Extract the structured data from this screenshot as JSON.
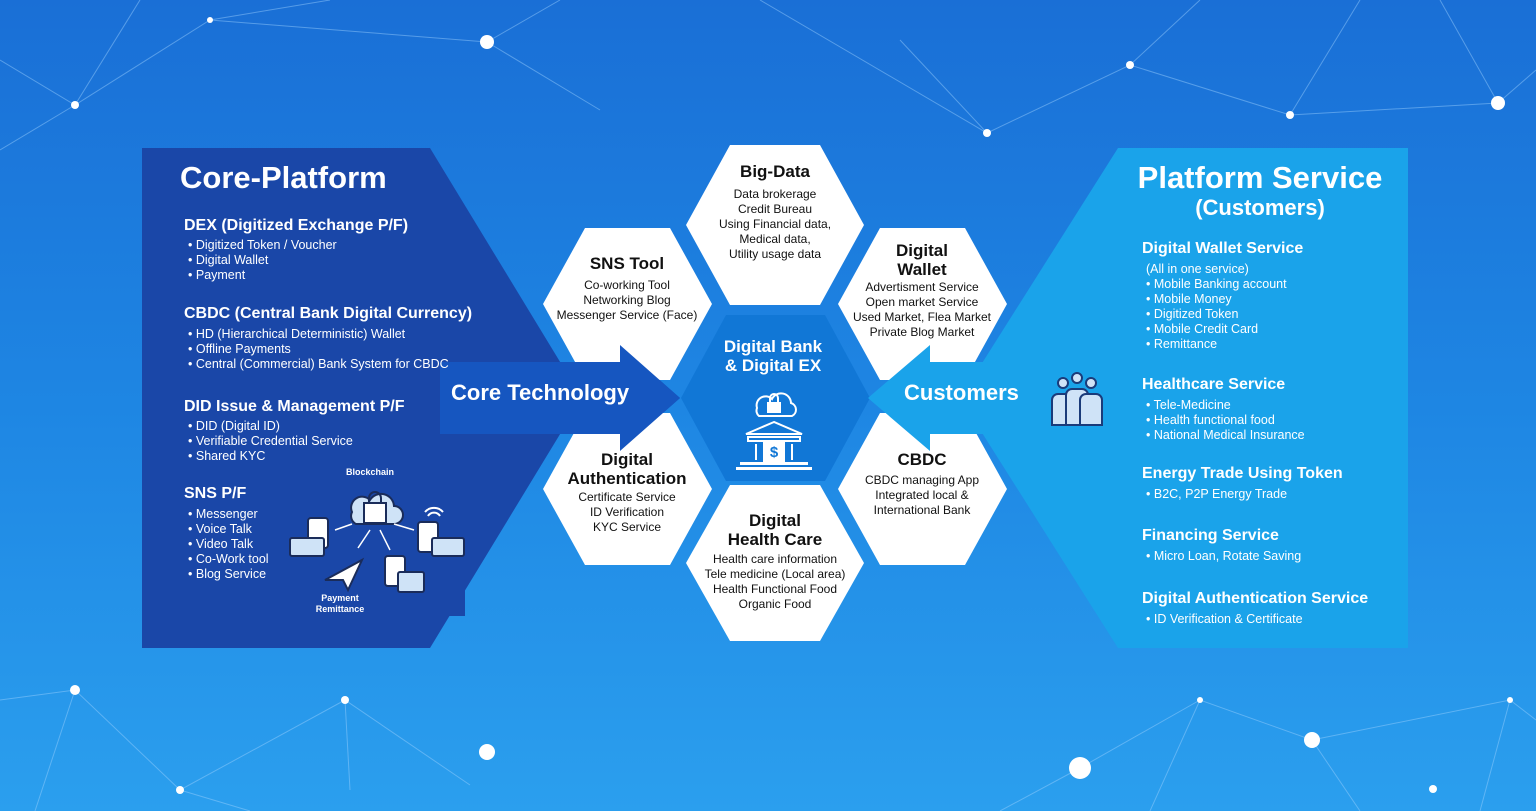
{
  "core_platform": {
    "title": "Core-Platform",
    "sections": [
      {
        "title": "DEX (Digitized Exchange P/F)",
        "items": [
          "Digitized Token / Voucher",
          "Digital Wallet",
          "Payment"
        ]
      },
      {
        "title": "CBDC (Central Bank Digital Currency)",
        "items": [
          "HD (Hierarchical Deterministic) Wallet",
          "Offline Payments",
          "Central (Commercial) Bank System for CBDC"
        ]
      },
      {
        "title": "DID Issue & Management P/F",
        "items": [
          "DID (Digital ID)",
          "Verifiable Credential Service",
          "Shared KYC"
        ]
      },
      {
        "title": "SNS P/F",
        "items": [
          "Messenger",
          "Voice Talk",
          "Video Talk",
          "Co-Work tool",
          "Blog Service"
        ]
      }
    ],
    "illustration": {
      "top_label": "Blockchain",
      "bottom_label_1": "Payment",
      "bottom_label_2": "Remittance"
    }
  },
  "arrows": {
    "left": "Core Technology",
    "right": "Customers"
  },
  "center": {
    "title_1": "Digital Bank",
    "title_2": "& Digital EX"
  },
  "hexagons": {
    "big_data": {
      "title": "Big-Data",
      "lines": [
        "Data brokerage",
        "Credit Bureau",
        "Using Financial data,",
        "Medical data,",
        "Utility usage data"
      ]
    },
    "sns_tool": {
      "title": "SNS Tool",
      "lines": [
        "Co-working Tool",
        "Networking Blog",
        "Messenger Service (Face)"
      ]
    },
    "digital_wallet": {
      "title_1": "Digital",
      "title_2": "Wallet",
      "lines": [
        "Advertisment Service",
        "Open market Service",
        "Used Market, Flea Market",
        "Private Blog Market"
      ]
    },
    "digital_auth": {
      "title_1": "Digital",
      "title_2": "Authentication",
      "lines": [
        "Certificate Service",
        "ID Verification",
        "KYC Service"
      ]
    },
    "cbdc": {
      "title": "CBDC",
      "lines": [
        "CBDC managing App",
        "Integrated local &",
        "International Bank"
      ]
    },
    "health_care": {
      "title_1": "Digital",
      "title_2": "Health Care",
      "lines": [
        "Health care information",
        "Tele medicine (Local area)",
        "Health Functional Food",
        "Organic Food"
      ]
    }
  },
  "platform_service": {
    "title": "Platform Service",
    "subtitle": "(Customers)",
    "sections": [
      {
        "title": "Digital Wallet Service",
        "note": "(All in one service)",
        "items": [
          "Mobile Banking account",
          "Mobile Money",
          "Digitized Token",
          "Mobile Credit Card",
          "Remittance"
        ]
      },
      {
        "title": "Healthcare Service",
        "items": [
          "Tele-Medicine",
          "Health functional food",
          "National Medical Insurance"
        ]
      },
      {
        "title": "Energy Trade Using Token",
        "items": [
          "B2C, P2P Energy Trade"
        ]
      },
      {
        "title": "Financing Service",
        "items": [
          "Micro Loan, Rotate Saving"
        ]
      },
      {
        "title": "Digital Authentication Service",
        "items": [
          "ID Verification & Certificate"
        ]
      }
    ]
  },
  "colors": {
    "left_panel": "#1a47a8",
    "right_panel": "#1aa3ea",
    "hex_fill": "#ffffff",
    "center_fill": "#1177d6"
  },
  "icons": [
    "blockchain-cloud-lock-icon",
    "bank-lock-icon",
    "people-group-icon",
    "paper-plane-icon",
    "mobile-dollar-icon",
    "credit-card-icon",
    "wifi-icon",
    "certificate-icon"
  ]
}
